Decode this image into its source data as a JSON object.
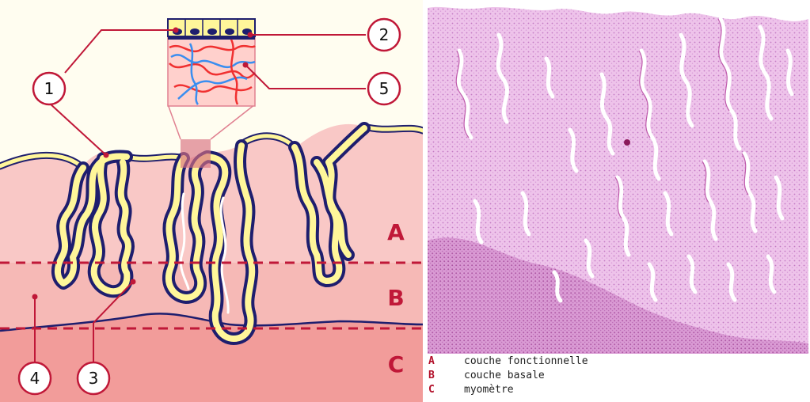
{
  "diagram": {
    "callouts": [
      "1",
      "2",
      "3",
      "4",
      "5"
    ],
    "zones": [
      "A",
      "B",
      "C"
    ]
  },
  "legend": [
    {
      "letter": "A",
      "text": "couche fonctionnelle"
    },
    {
      "letter": "B",
      "text": "couche basale"
    },
    {
      "letter": "C",
      "text": "myomètre"
    }
  ],
  "colors": {
    "functional_layer": "#f9c8c6",
    "basal_layer": "#f7bebb",
    "myometrium": "#f29c9a",
    "gland_epithelium": "#fff69a",
    "outline": "#1e1e6e",
    "accent_red": "#c01838",
    "tissue_pink": "#e9b7e2"
  }
}
